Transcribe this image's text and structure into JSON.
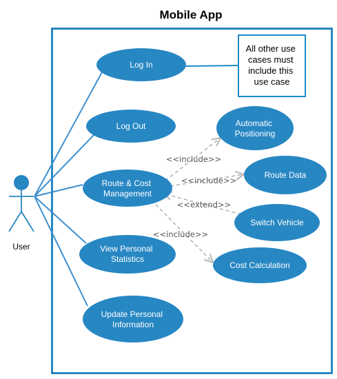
{
  "title": "Mobile App",
  "actor": {
    "label": "User"
  },
  "colors": {
    "usecase_fill": "#2787c3",
    "boundary_stroke": "#2787c3",
    "association_stroke": "#3d8fd0",
    "dependency_stroke": "#b3b3b3",
    "note_border": "#1d8ac8"
  },
  "use_cases": {
    "login": "Log In",
    "logout": "Log Out",
    "route_cost": [
      "Route & Cost",
      "Management"
    ],
    "view_stats": [
      "View Personal",
      "Statistics"
    ],
    "update_info": [
      "Update Personal",
      "Information"
    ],
    "auto_pos": [
      "Automatic",
      "Positioning"
    ],
    "route_data": "Route Data",
    "switch_vehicle": "Switch Vehicle",
    "cost_calc": "Cost Calculation"
  },
  "relations": {
    "include_auto": "<<include>>",
    "include_route": "<<include>>",
    "extend_switch": "<<extend>>",
    "include_cost": "<<include>>"
  },
  "note": [
    "All other use",
    "cases must",
    "include this",
    "use case"
  ]
}
